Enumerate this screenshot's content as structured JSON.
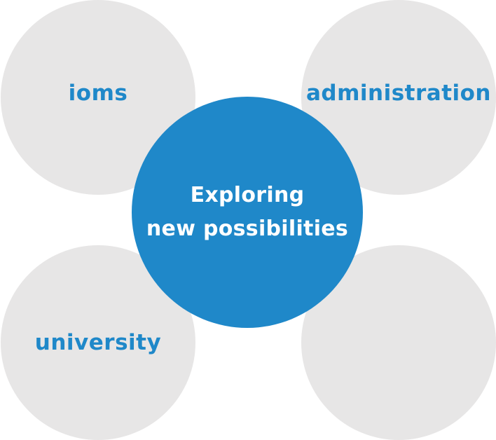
{
  "diagram": {
    "center": {
      "line1": "Exploring",
      "line2": "new possibilities"
    },
    "nodes": {
      "top_left": "ioms",
      "top_right": "administration",
      "bottom_left": "university",
      "bottom_right": ""
    }
  },
  "colors": {
    "accent_blue": "#1f88c9",
    "node_gray": "#e7e6e6",
    "background": "#ffffff",
    "center_text": "#ffffff"
  }
}
